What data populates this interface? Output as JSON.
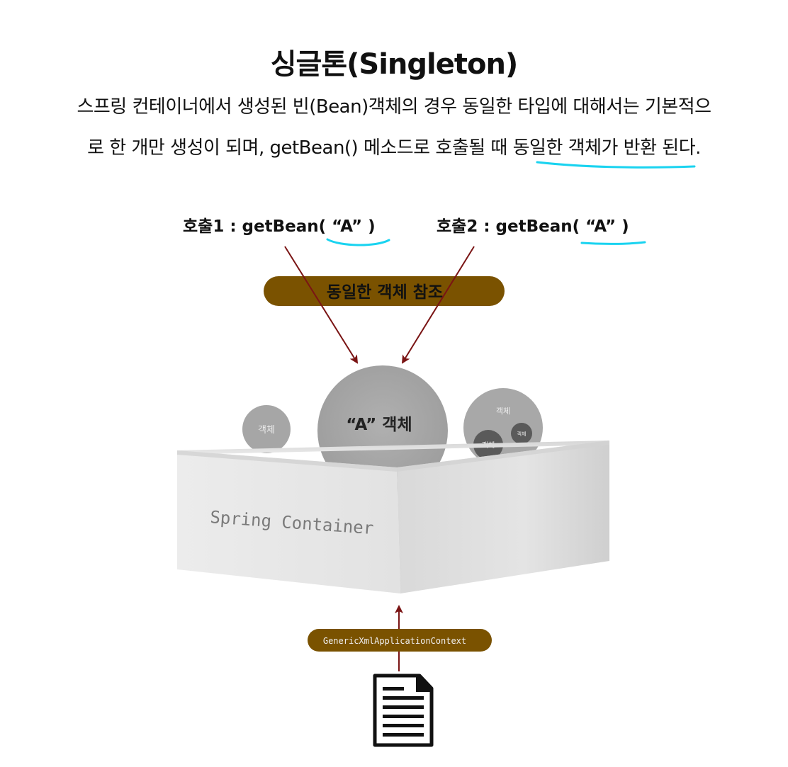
{
  "title": "싱글톤(Singleton)",
  "description": {
    "line1": "스프링 컨테이너에서 생성된 빈(Bean)객체의 경우 동일한 타입에 대해서는 기본적으",
    "line2_before": "로 한 개만 생성이 되며, getBean() 메소드로 호출될 때 ",
    "line2_highlight": "동일한 객체가 반환",
    "line2_after": " 된다."
  },
  "diagram": {
    "call1": "호출1 : getBean( “A” )",
    "call2": "호출2 : getBean( “A” )",
    "same_ref_label": "동일한 객체 참조",
    "object_a_label": "“A” 객체",
    "small_object_label": "객체",
    "cluster_object_top": "객체",
    "cluster_object_mid": "객체",
    "cluster_object_small": "객체",
    "container_label": "Spring Container",
    "context_label": "GenericXmlApplicationContext",
    "document_icon": "document-icon"
  },
  "colors": {
    "pill_brown": "#7a5200",
    "arrow_red": "#7a1414",
    "highlight_cyan": "#19d3f0",
    "circle_gray": "#a8a8a8",
    "dark_circle": "#5a5a5a"
  }
}
